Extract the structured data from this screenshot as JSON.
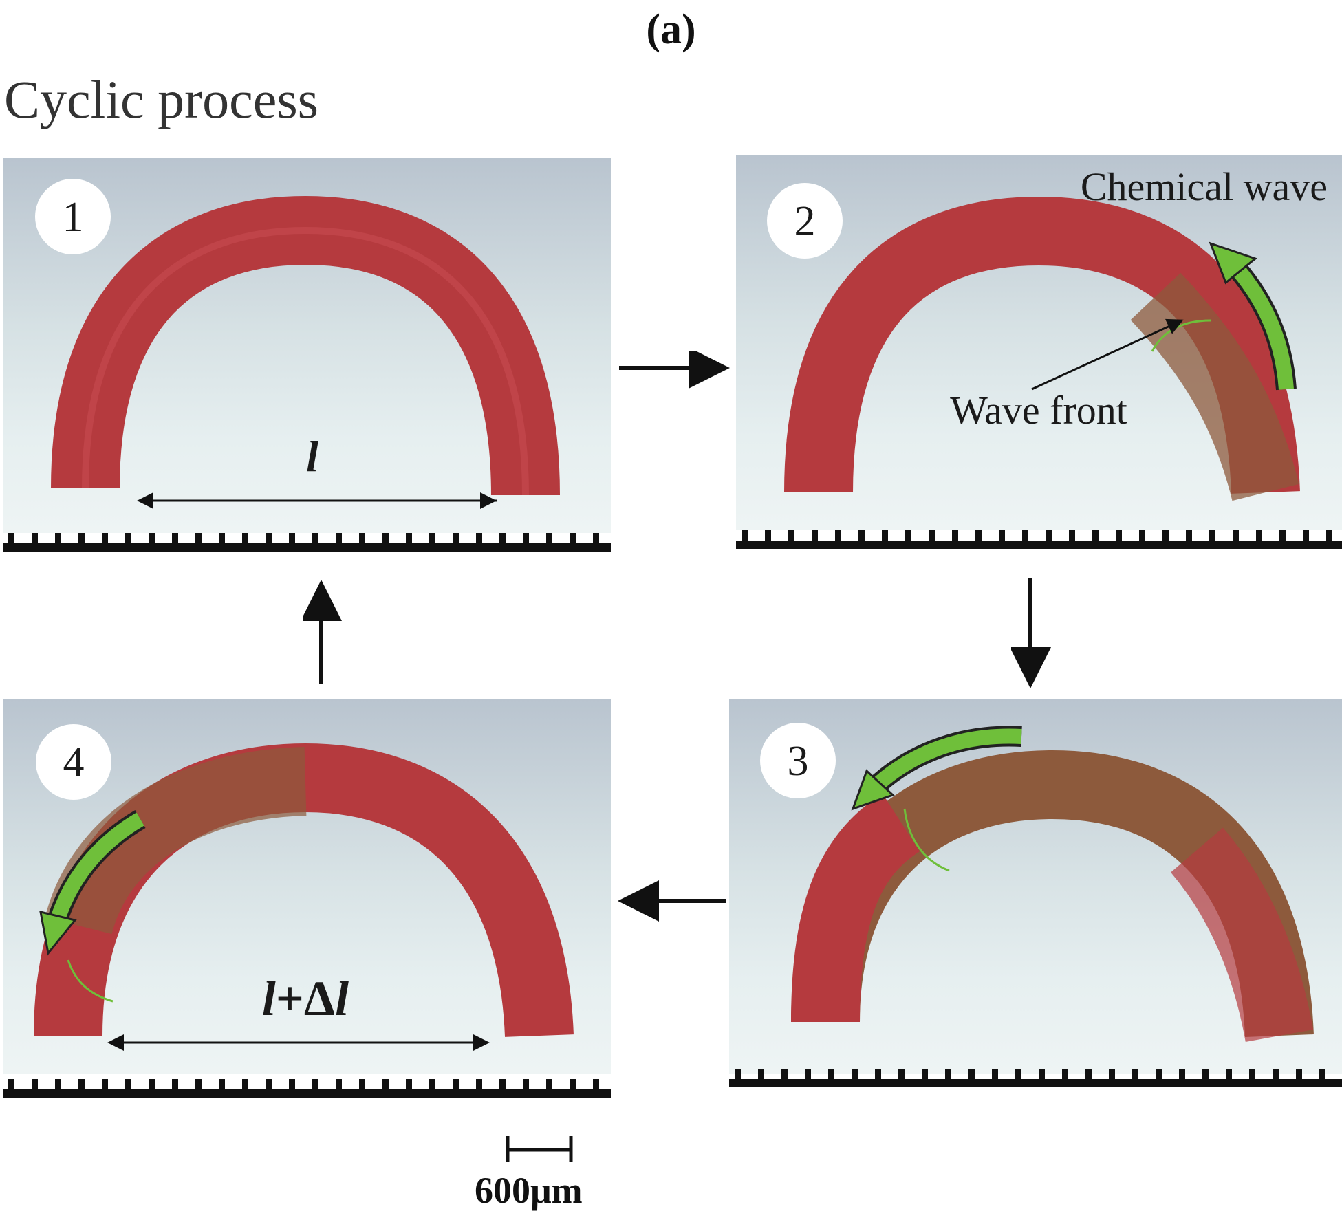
{
  "figure": {
    "label": "(a)",
    "title": "Cyclic process",
    "panels": [
      {
        "number": "1",
        "annotation": "l"
      },
      {
        "number": "2",
        "annotation": "Chemical wave",
        "callout": "Wave front"
      },
      {
        "number": "3"
      },
      {
        "number": "4",
        "annotation_italic_1": "l",
        "annotation_plus": "+Δ",
        "annotation_italic_2": "l"
      }
    ],
    "scale_bar": "600μm"
  },
  "colors": {
    "gel": "#b53a3e",
    "gel_wave": "#8d5a3c",
    "wave_arrow": "#6fbf3a",
    "background": "#d8e2e6"
  }
}
